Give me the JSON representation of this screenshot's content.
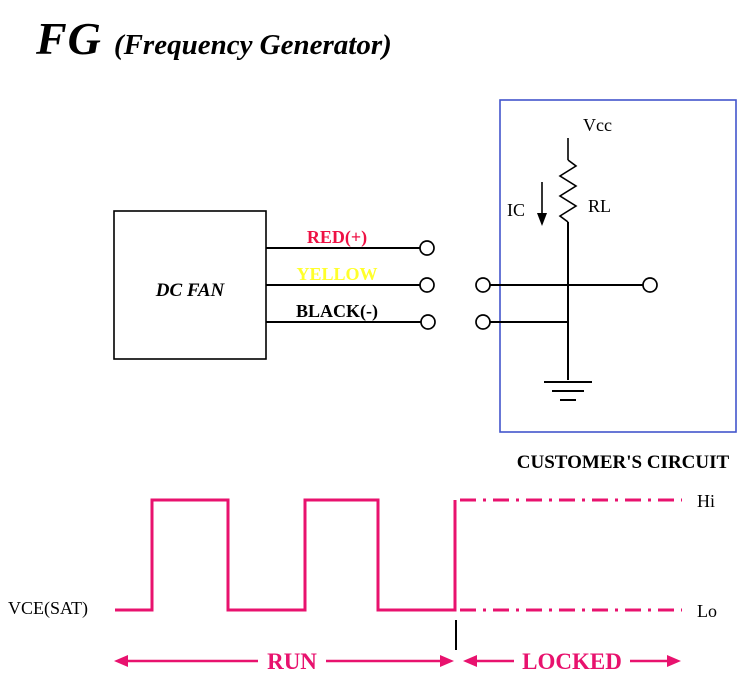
{
  "title": {
    "main": "FG",
    "sub": "(Frequency Generator)"
  },
  "fan": {
    "label": "DC FAN"
  },
  "wires": {
    "red": "RED(+)",
    "yellow": "YELLOW",
    "black": "BLACK(-)"
  },
  "circuit": {
    "vcc": "Vcc",
    "ic": "IC",
    "rl": "RL",
    "caption": "CUSTOMER'S CIRCUIT"
  },
  "waveform": {
    "y_label": "VCE(SAT)",
    "hi": "Hi",
    "lo": "Lo",
    "run": "RUN",
    "locked": "LOCKED"
  },
  "colors": {
    "pink": "#e8126e",
    "red": "#ee1144",
    "yellow": "#ffff2a",
    "blue": "#4355cc",
    "black": "#000000"
  }
}
